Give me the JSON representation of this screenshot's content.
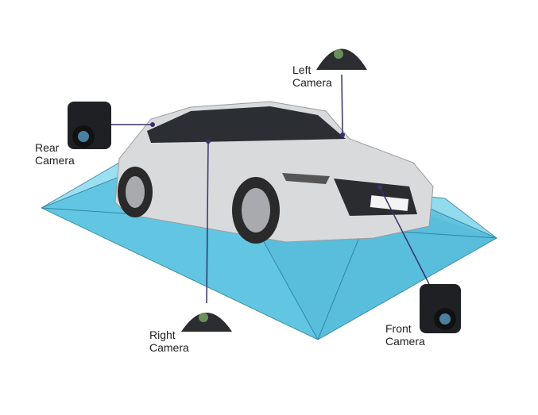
{
  "cameras": [
    {
      "id": "left",
      "line1": "Left",
      "line2": "Camera"
    },
    {
      "id": "rear",
      "line1": "Rear",
      "line2": "Camera"
    },
    {
      "id": "right",
      "line1": "Right",
      "line2": "Camera"
    },
    {
      "id": "front",
      "line1": "Front",
      "line2": "Camera"
    }
  ],
  "colors": {
    "coverage": "#5cc6e0",
    "coverage_dark": "#2aa3c8",
    "leader": "#3a2f6b",
    "car": "#d9dadc"
  }
}
